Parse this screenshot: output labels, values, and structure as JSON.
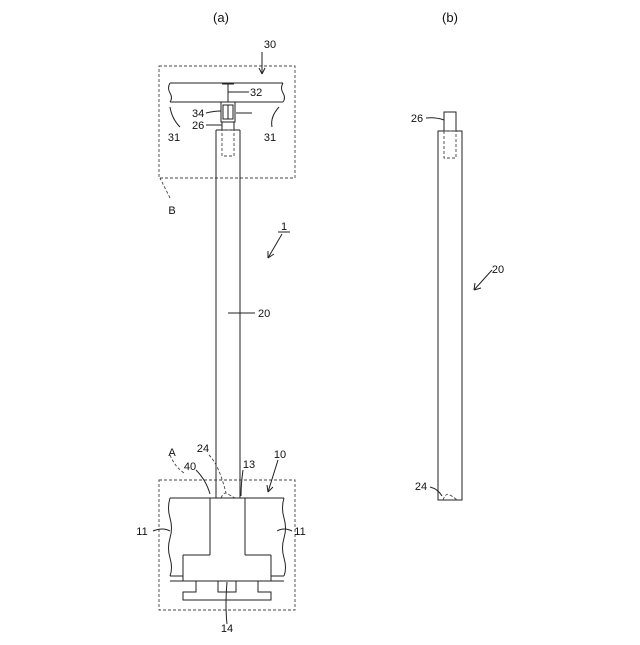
{
  "panels": {
    "a": "(a)",
    "b": "(b)"
  },
  "labels": {
    "l30": "30",
    "l32": "32",
    "l34": "34",
    "l26": "26",
    "l31_left": "31",
    "l31_right": "31",
    "lB": "B",
    "l1": "1",
    "l20": "20",
    "l24": "24",
    "l40": "40",
    "l13": "13",
    "lA": "A",
    "l10": "10",
    "l11_left": "11",
    "l11_right": "11",
    "l14": "14",
    "b_l26": "26",
    "b_l20": "20",
    "b_l24": "24"
  }
}
